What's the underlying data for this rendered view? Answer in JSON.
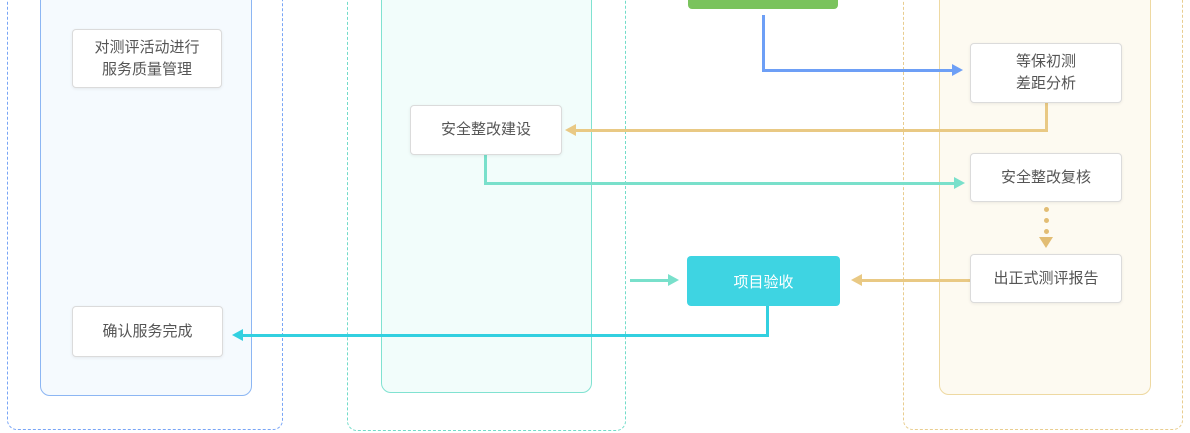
{
  "diagram": {
    "nodes": {
      "service_quality": {
        "line1": "对测评活动进行",
        "line2": "服务质量管理"
      },
      "initial_assessment": {
        "line1": "等保初测",
        "line2": "差距分析"
      },
      "security_remediation": {
        "label": "安全整改建设"
      },
      "remediation_review": {
        "label": "安全整改复核"
      },
      "final_report": {
        "label": "出正式测评报告"
      },
      "project_acceptance": {
        "label": "项目验收"
      },
      "confirm_completion": {
        "label": "确认服务完成"
      }
    },
    "colors": {
      "lane_left_accent": "#79a5f6",
      "lane_middle_accent": "#72dcc9",
      "lane_right_accent": "#e9cd8f",
      "lane_left_bg": "#f5fafe",
      "lane_middle_bg": "#f2fdfb",
      "lane_right_bg": "#fdfaf1",
      "green_node_bg": "#7ac35d",
      "acceptance_node_bg": "#3ed4e2",
      "arrow_blue": "#6d9ff6",
      "arrow_tan": "#e9c984",
      "arrow_teal": "#79e0cb",
      "arrow_cyan": "#32d0e0",
      "arrow_dotted_tan": "#e2bd74",
      "node_text": "#555555"
    }
  }
}
